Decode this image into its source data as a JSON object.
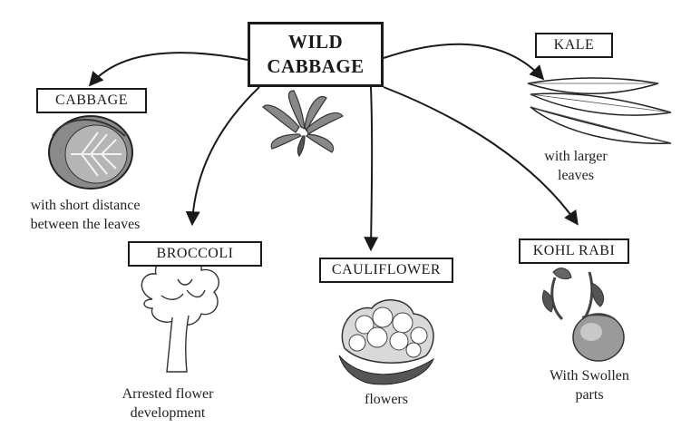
{
  "center": {
    "line1": "WILD",
    "line2": "CABBAGE"
  },
  "nodes": {
    "kale": {
      "label": "KALE",
      "caption_line1": "with larger",
      "caption_line2": "leaves"
    },
    "cabbage": {
      "label": "CABBAGE",
      "caption_line1": "with short distance",
      "caption_line2": "between the leaves"
    },
    "broccoli": {
      "label": "BROCCOLI",
      "caption_line1": "Arrested flower",
      "caption_line2": "development"
    },
    "cauliflower": {
      "label": "CAULIFLOWER",
      "caption_line1": "flowers"
    },
    "kohlrabi": {
      "label": "KOHL RABI",
      "caption_line1": "With Swollen",
      "caption_line2": "parts"
    }
  }
}
